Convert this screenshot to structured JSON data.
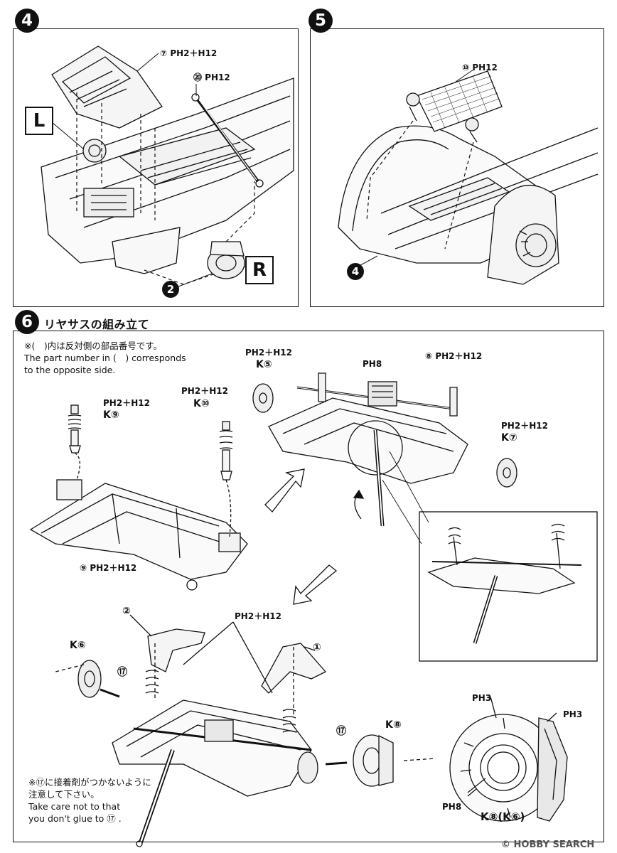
{
  "steps": {
    "s4": "4",
    "s5": "5",
    "s6": "6"
  },
  "step6_title": "リヤサスの組み立て",
  "note_top": "※(　)内は反対側の部品番号です。\nThe part number in (　) corresponds\nto the opposite side.",
  "note_bottom": "※⑰に接着剤がつかないように\n注意して下さい。\nTake care not to that\nyou don't glue to ⑰ .",
  "panel4": {
    "callout_7": "⑦ PH2＋H12",
    "callout_20": "⑳ PH12",
    "left_box": "L",
    "right_box": "R",
    "ref_2": "2"
  },
  "panel5": {
    "callout_70": "⑩ PH12",
    "ref_4": "4"
  },
  "panel6": {
    "k5_parts": "PH2＋H12",
    "k5": "K⑤",
    "ph8_top": "PH8",
    "c8": "⑧ PH2＋H12",
    "k9_parts": "PH2＋H12",
    "k9": "K⑨",
    "k10_parts": "PH2＋H12",
    "k10": "K⑩",
    "k7_parts": "PH2＋H12",
    "k7": "K⑦",
    "c9": "⑨ PH2＋H12",
    "c2": "②",
    "c1": "①",
    "mid_parts": "PH2＋H12",
    "k6": "K⑥",
    "c17a": "⑰",
    "c17b": "⑰",
    "k8": "K⑧",
    "ph3a": "PH3",
    "ph3b": "PH3",
    "ph8_bottom": "PH8",
    "k8k6": "K⑧(K⑥)"
  },
  "watermark": "© HOBBY SEARCH"
}
